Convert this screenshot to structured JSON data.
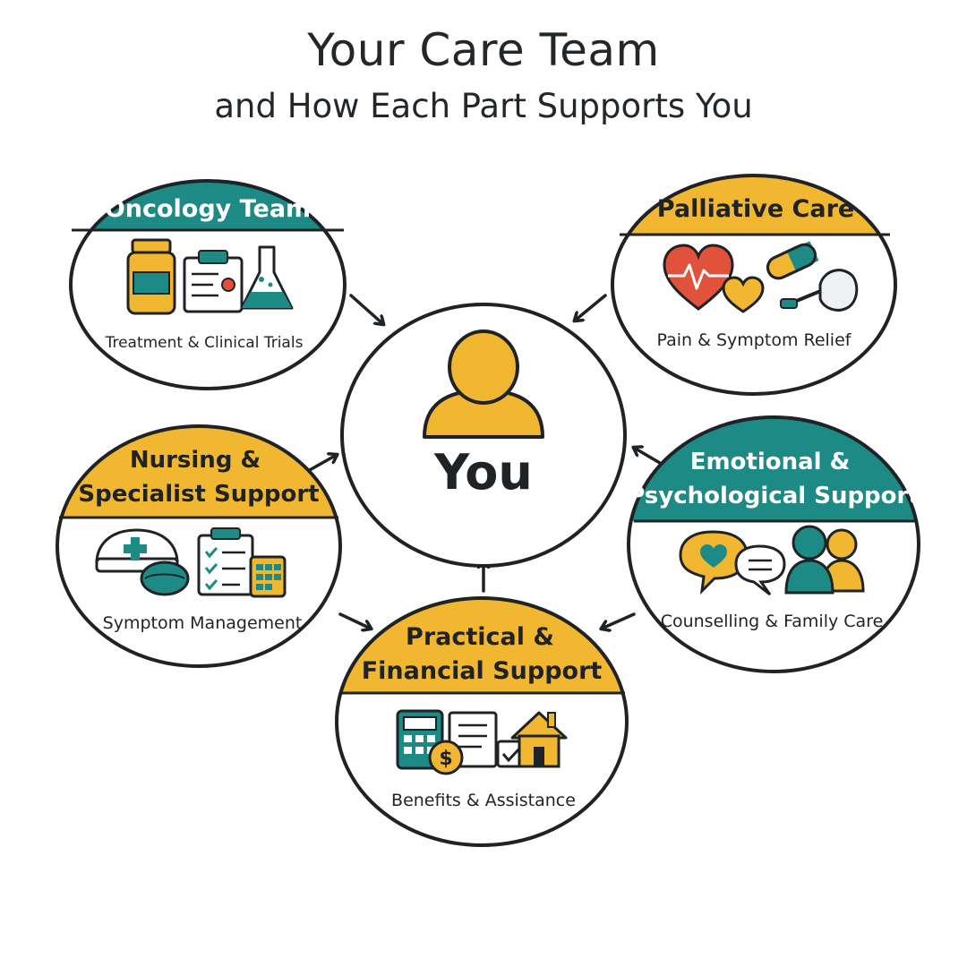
{
  "header": {
    "title": "Your Care Team",
    "subtitle": "and How Each Part Supports  You"
  },
  "center": {
    "label": "You",
    "icon": "person-icon"
  },
  "colors": {
    "teal": "#1e8a86",
    "yellow": "#f2b731",
    "outline": "#1f2326",
    "heart_red": "#e0523b"
  },
  "nodes": {
    "oncology": {
      "title": "Oncology Team",
      "caption": "Treatment & Clinical Trials",
      "icons": [
        "pill-bottle-icon",
        "clipboard-icon",
        "flask-icon"
      ]
    },
    "palliative": {
      "title": "Palliative Care",
      "caption": "Pain & Symptom Relief",
      "icons": [
        "heartbeat-icon",
        "heart-icon",
        "capsule-icon",
        "inhaler-icon"
      ]
    },
    "nursing": {
      "title_lines": [
        "Nursing &",
        "Specialist Support"
      ],
      "caption": "Symptom Management",
      "icons": [
        "nurse-cap-icon",
        "checklist-icon",
        "calendar-icon"
      ]
    },
    "emotional": {
      "title_lines": [
        "Emotional &",
        "Psychological Support"
      ],
      "caption": "Counselling & Family Care",
      "icons": [
        "speech-bubble-heart-icon",
        "speech-bubble-icon",
        "family-icon"
      ]
    },
    "practical": {
      "title_lines": [
        "Practical &",
        "Financial Support"
      ],
      "caption": "Benefits & Assistance",
      "icons": [
        "calculator-icon",
        "dollar-coin-icon",
        "document-icon",
        "house-icon"
      ]
    }
  }
}
